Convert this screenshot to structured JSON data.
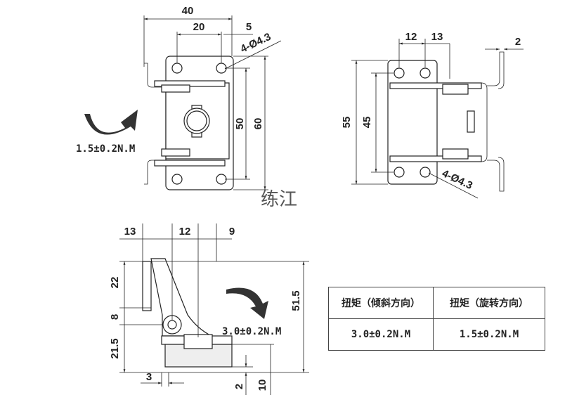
{
  "top_left_view": {
    "dims": {
      "width_40": "40",
      "holes_20": "20",
      "offset_5": "5",
      "hole_spec": "4-Ø4.3",
      "height_50": "50",
      "height_60": "60"
    },
    "torque_label": "1.5±0.2N.M"
  },
  "top_right_view": {
    "dims": {
      "d12": "12",
      "d13": "13",
      "d2": "2",
      "h55": "55",
      "h45": "45",
      "hole_spec": "4-Ø4.3"
    }
  },
  "bottom_view": {
    "dims": {
      "d13": "13",
      "d12": "12",
      "d9": "9",
      "h22": "22",
      "h8": "8",
      "h21_5": "21.5",
      "d3": "3",
      "d2": "2",
      "d10": "10",
      "h51_5": "51.5"
    },
    "torque_label": "3.0±0.2N.M"
  },
  "watermark": "练江",
  "spec_table": {
    "headers": [
      "扭矩（倾斜方向）",
      "扭矩（旋转方向）"
    ],
    "values": [
      "3.0±0.2N.M",
      "1.5±0.2N.M"
    ]
  }
}
